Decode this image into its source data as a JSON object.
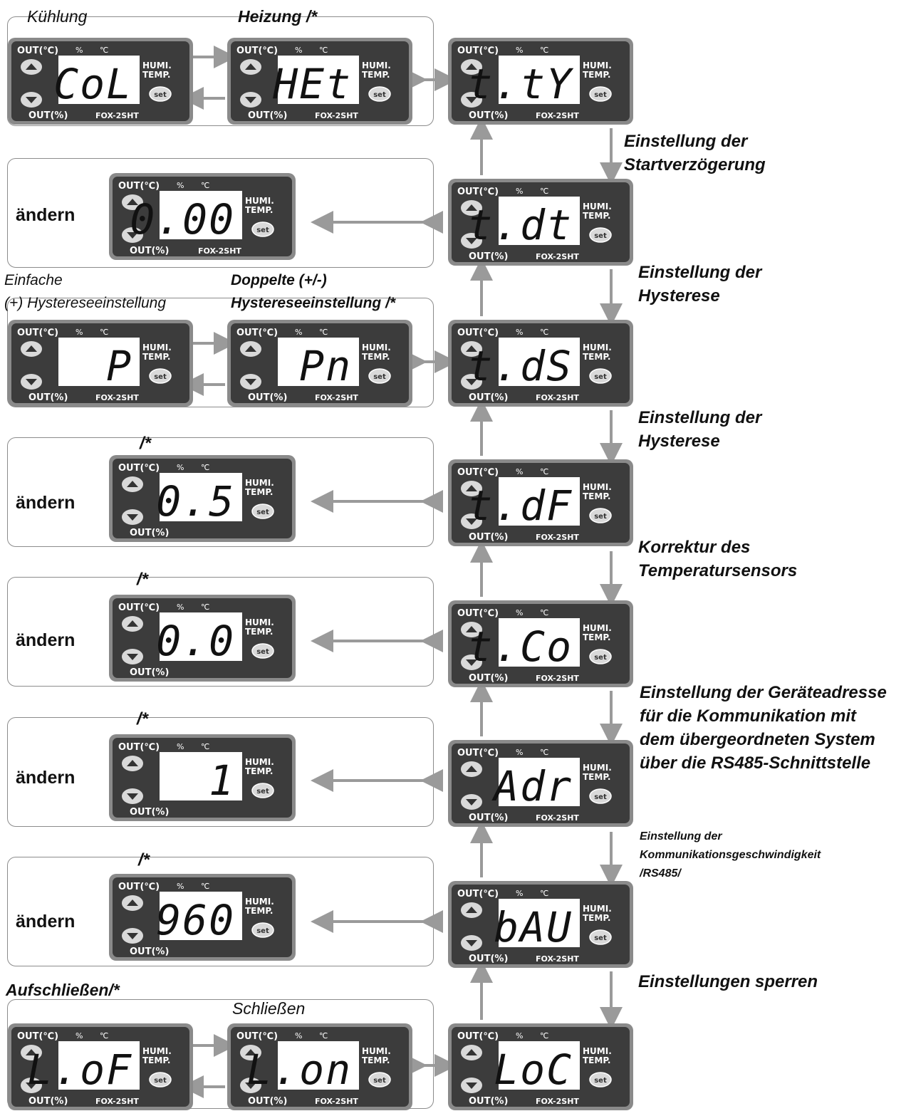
{
  "labels": {
    "kuehlung": "Kühlung",
    "heizung": "Heizung /*",
    "einfache_1": "Einfache",
    "einfache_2": "(+) Hystereseeinstellung",
    "doppelte_1": "Doppelte (+/-)",
    "doppelte_2": "Hystereseeinstellung /*",
    "aufschliessen": "Aufschließen/*",
    "schliessen": "Schließen",
    "star": "/*",
    "andern": "ändern"
  },
  "side_notes": {
    "startverz_1": "Einstellung der",
    "startverz_2": "Startverzögerung",
    "hyst1_1": "Einstellung der",
    "hyst1_2": "Hysterese",
    "hyst2_1": "Einstellung der",
    "hyst2_2": "Hysterese",
    "korr_1": "Korrektur des",
    "korr_2": "Temperatursensors",
    "adr_1": "Einstellung der Geräteadresse",
    "adr_2": "für die Kommunikation mit",
    "adr_3": "dem übergeordneten System",
    "adr_4": "über die RS485-Schnittstelle",
    "bau_1": "Einstellung der",
    "bau_2": "Kommunikationsgeschwindigkeit",
    "bau_3": "/RS485/",
    "loc": "Einstellungen sperren"
  },
  "device": {
    "out_c": "OUT(℃)",
    "percent": "%",
    "degc": "℃",
    "humi": "HUMI.",
    "temp": "TEMP.",
    "set": "set",
    "out_pct": "OUT(%)",
    "model": "FOX-2SHT"
  },
  "displays": {
    "col": "CoL",
    "het": "HEt",
    "tty": "t.tY",
    "v000": "0.00",
    "tdt": "t.dt",
    "p": "P",
    "pn": "Pn",
    "tds": "t.dS",
    "v05": "0.5",
    "tdf": "t.dF",
    "v00": "0.0",
    "tco": "t.Co",
    "v1": "1",
    "adr": "Adr",
    "v960": "960",
    "bau": "bAU",
    "lof": "L.oF",
    "lon": "L.on",
    "loc": "LoC"
  }
}
